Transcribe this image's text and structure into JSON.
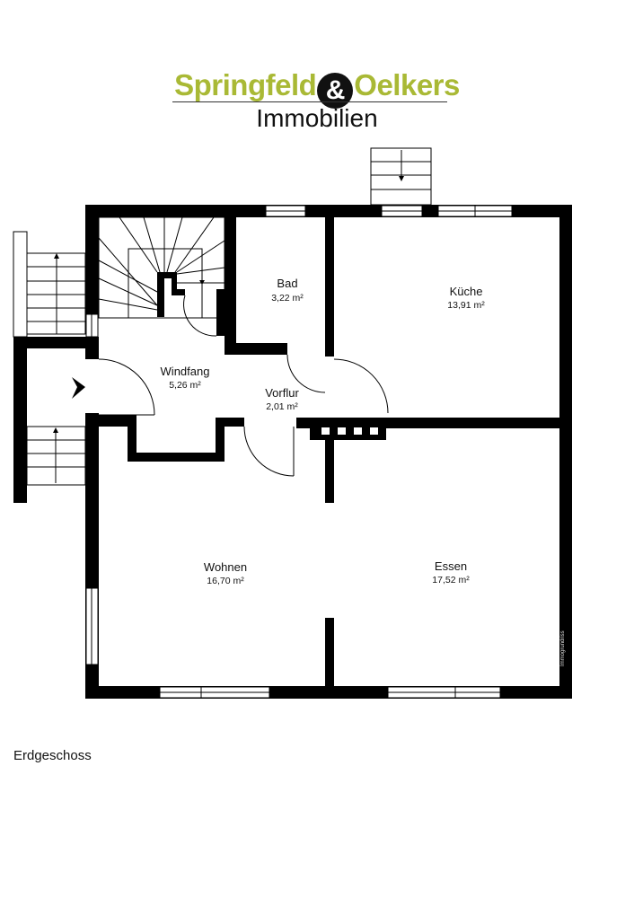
{
  "logo": {
    "brand_left": "Springfeld",
    "ampersand": "&",
    "brand_right": "Oelkers",
    "subtitle": "Immobilien",
    "brand_color": "#a9b935"
  },
  "floor_label": "Erdgeschoss",
  "watermark": "Immogrundriss",
  "rooms": [
    {
      "name": "Bad",
      "area": "3,22 m²"
    },
    {
      "name": "Küche",
      "area": "13,91 m²"
    },
    {
      "name": "Windfang",
      "area": "5,26 m²"
    },
    {
      "name": "Vorflur",
      "area": "2,01 m²"
    },
    {
      "name": "Wohnen",
      "area": "16,70 m²"
    },
    {
      "name": "Essen",
      "area": "17,52 m²"
    }
  ]
}
